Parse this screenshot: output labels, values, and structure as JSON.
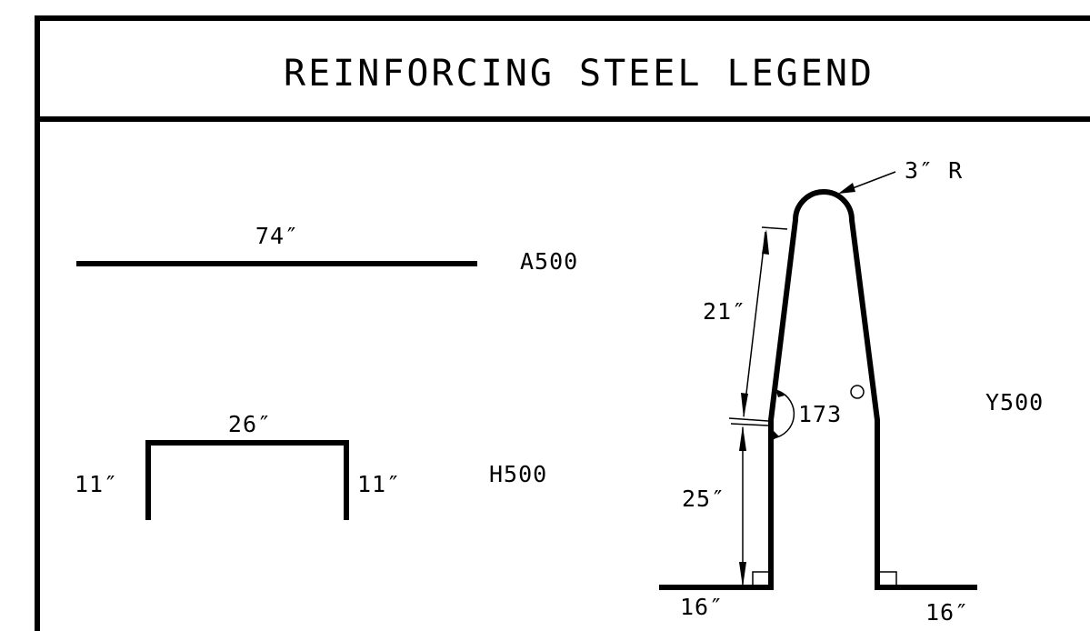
{
  "title": "REINFORCING STEEL LEGEND",
  "bars": {
    "a500": {
      "mark": "A500",
      "length": "74″"
    },
    "h500": {
      "mark": "H500",
      "top": "26″",
      "left_leg": "11″",
      "right_leg": "11″"
    },
    "y500": {
      "mark": "Y500",
      "radius": "3″ R",
      "upper_leg": "21″",
      "lower_leg": "25″",
      "angle": "173",
      "foot_left": "16″",
      "foot_right": "16″"
    }
  },
  "colors": {
    "ink": "#000000",
    "paper": "#ffffff"
  }
}
